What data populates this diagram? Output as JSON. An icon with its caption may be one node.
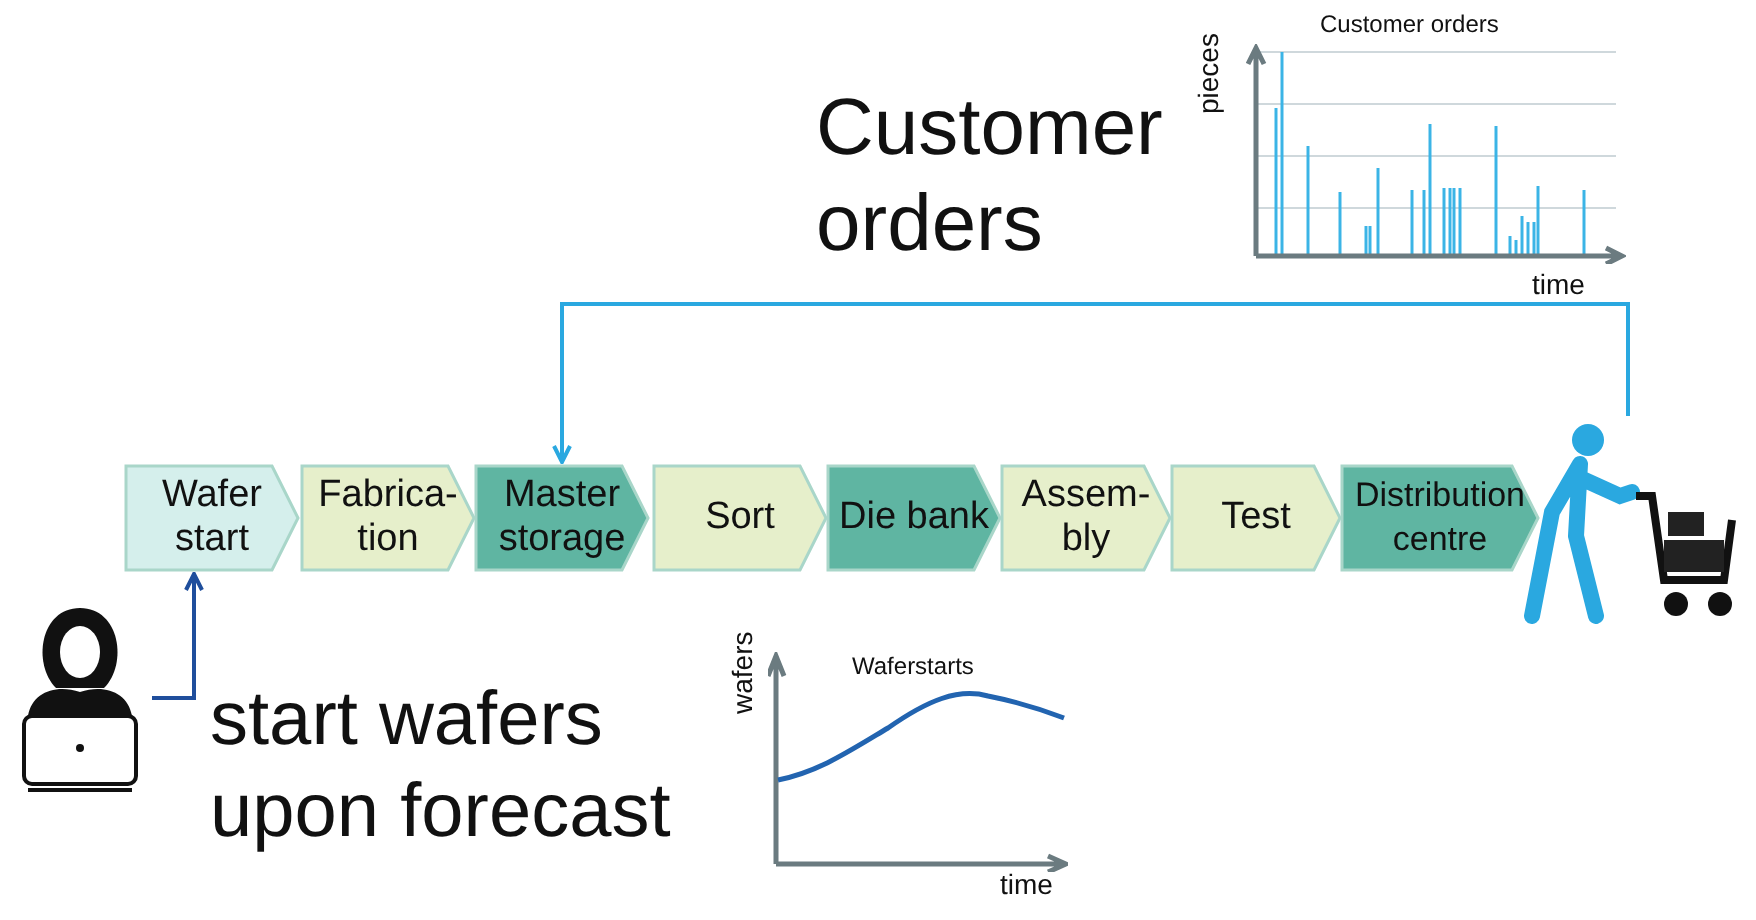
{
  "diagram": {
    "nodes": [
      {
        "text": [
          "Wafer start"
        ]
      },
      {
        "text": [
          "Fabrica- tion"
        ]
      },
      {
        "text": [
          "Master storage"
        ]
      },
      {
        "text": [
          "Sort"
        ]
      },
      {
        "text": [
          "Die bank"
        ]
      },
      {
        "text": [
          "Assem- bly"
        ]
      },
      {
        "text": [
          "Test"
        ]
      },
      {
        "text": [
          "Distribution centre"
        ]
      },
      {
        "text": [],
        "shape": "person"
      },
      {
        "text": [],
        "shape": "person"
      }
    ],
    "edges": [
      {
        "from": 8,
        "to": 2,
        "arrow": "to",
        "color": "#2aa8e0"
      },
      {
        "from": 9,
        "to": 0,
        "arrow": "to",
        "color": "#1f4e9c"
      }
    ],
    "labels": [
      "Customer orders",
      "pieces",
      "Customer orders",
      "time",
      "start wafers upon forecast",
      "Waferstarts",
      "wafers",
      "time"
    ]
  }
}
